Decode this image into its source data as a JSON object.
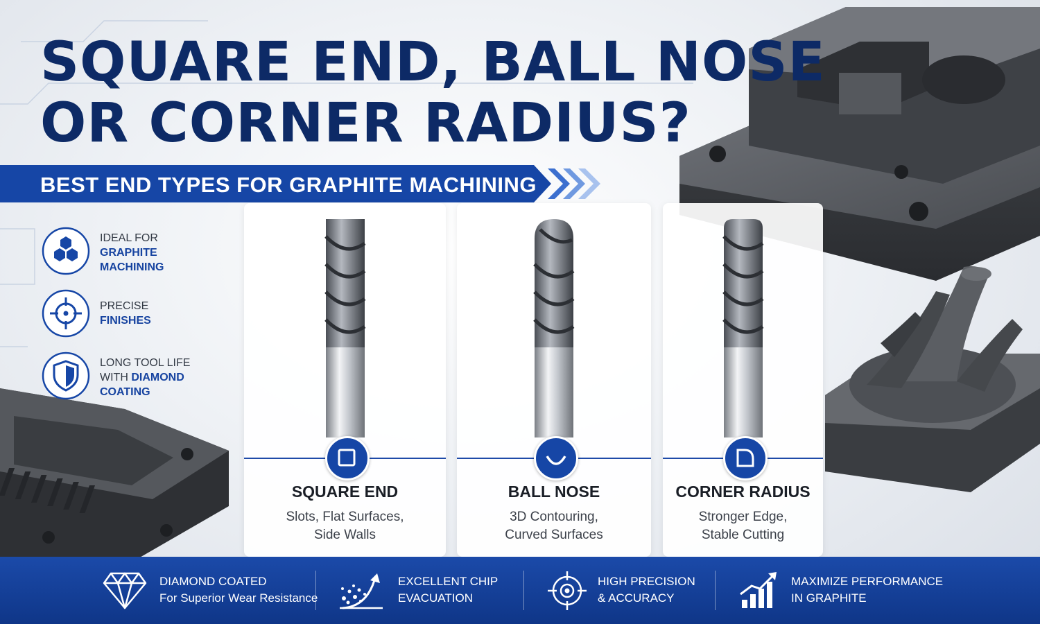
{
  "title": {
    "line1": "SQUARE END, BALL NOSE",
    "line2": "OR CORNER RADIUS?"
  },
  "subtitle": "BEST END TYPES FOR GRAPHITE MACHINING",
  "features": [
    {
      "icon": "hexagon-cluster-icon",
      "lines": [
        "IDEAL FOR"
      ],
      "highlight": [
        "GRAPHITE",
        "MACHINING"
      ]
    },
    {
      "icon": "crosshair-icon",
      "lines": [
        "PRECISE"
      ],
      "highlight": [
        "FINISHES"
      ]
    },
    {
      "icon": "shield-icon",
      "line1": "LONG TOOL LIFE",
      "line2_plain": "WITH ",
      "line2_hl": "DIAMOND",
      "line3_hl": "COATING"
    }
  ],
  "cards": [
    {
      "name": "SQUARE END",
      "desc": [
        "Slots, Flat Surfaces,",
        "Side Walls"
      ],
      "icon": "square-icon"
    },
    {
      "name": "BALL NOSE",
      "desc": [
        "3D Contouring,",
        "Curved Surfaces"
      ],
      "icon": "arc-icon"
    },
    {
      "name": "CORNER RADIUS",
      "desc": [
        "Stronger Edge,",
        "Stable Cutting"
      ],
      "icon": "corner-radius-icon"
    }
  ],
  "footer": [
    {
      "icon": "diamond-icon",
      "line1": "DIAMOND COATED",
      "line2": "For Superior Wear Resistance"
    },
    {
      "icon": "chip-evacuation-icon",
      "line1": "EXCELLENT CHIP",
      "line2": "EVACUATION"
    },
    {
      "icon": "target-icon",
      "line1": "HIGH PRECISION",
      "line2": "& ACCURACY"
    },
    {
      "icon": "growth-chart-icon",
      "line1": "MAXIMIZE PERFORMANCE",
      "line2": "IN GRAPHITE"
    }
  ],
  "colors": {
    "navy": "#0d2a66",
    "accent": "#1646a6",
    "graphite": "#4a4d52"
  }
}
